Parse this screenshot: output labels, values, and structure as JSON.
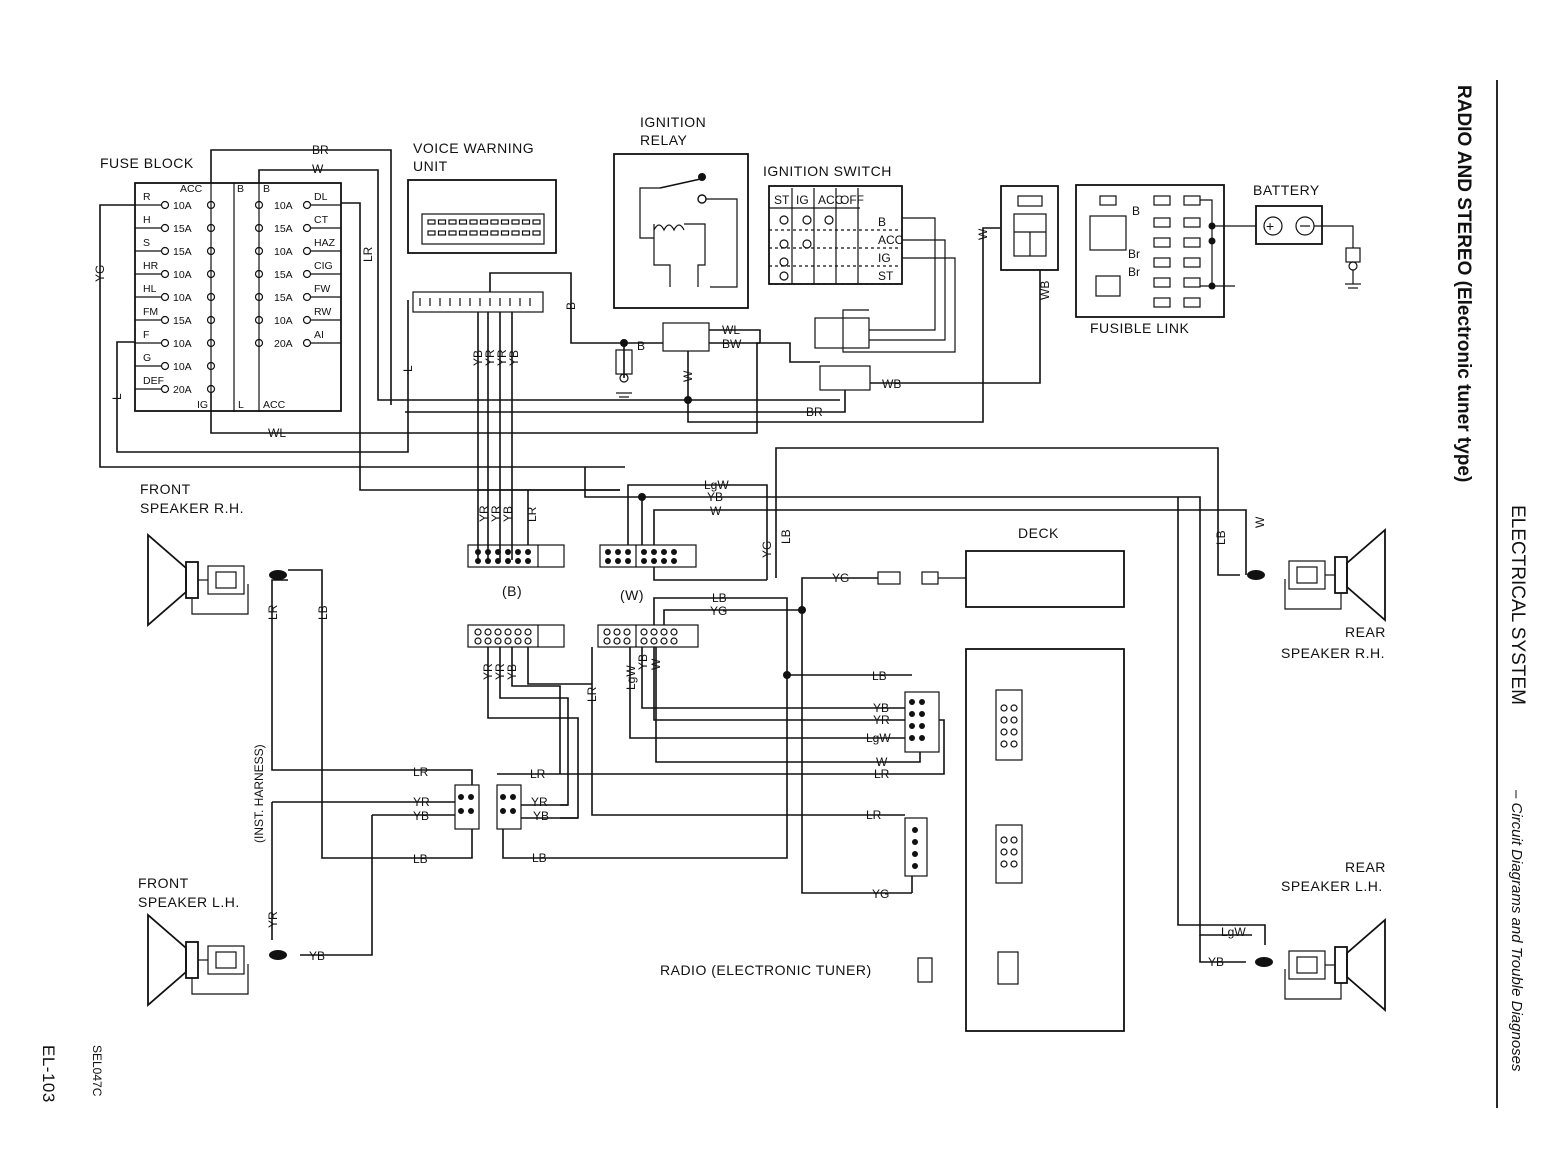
{
  "header": {
    "section": "ELECTRICAL SYSTEM",
    "subtitle": "– Circuit Diagrams and Trouble Diagnoses",
    "title": "RADIO AND STEREO (Electronic tuner type)"
  },
  "footer": {
    "page": "EL-103",
    "code": "SEL047C"
  },
  "components": {
    "fuse_block": "FUSE BLOCK",
    "voice_warning": "VOICE WARNING UNIT",
    "ignition_relay": "IGNITION RELAY",
    "ignition_switch": "IGNITION SWITCH",
    "battery": "BATTERY",
    "fusible_link": "FUSIBLE LINK",
    "deck": "DECK",
    "front_rh": "FRONT SPEAKER R.H.",
    "front_lh": "FRONT SPEAKER L.H.",
    "rear_rh": "REAR SPEAKER R.H.",
    "rear_lh": "REAR SPEAKER L.H.",
    "radio": "RADIO (ELECTRONIC TUNER)",
    "inst_harness": "(INST. HARNESS)",
    "conn_b": "(B)",
    "conn_w": "(W)"
  },
  "fuses_left": [
    {
      "code": "R",
      "rating": "10A"
    },
    {
      "code": "H",
      "rating": "15A"
    },
    {
      "code": "S",
      "rating": "15A"
    },
    {
      "code": "HR",
      "rating": "10A"
    },
    {
      "code": "HL",
      "rating": "10A"
    },
    {
      "code": "FM",
      "rating": "15A"
    },
    {
      "code": "F",
      "rating": "10A"
    },
    {
      "code": "G",
      "rating": "10A"
    },
    {
      "code": "DEF",
      "rating": "20A"
    }
  ],
  "fuses_right": [
    {
      "code": "DL",
      "rating": "10A"
    },
    {
      "code": "CT",
      "rating": "15A"
    },
    {
      "code": "HAZ",
      "rating": "10A"
    },
    {
      "code": "CIG",
      "rating": "15A"
    },
    {
      "code": "FW",
      "rating": "15A"
    },
    {
      "code": "RW",
      "rating": "10A"
    },
    {
      "code": "AI",
      "rating": "20A"
    }
  ],
  "fuse_block_labels": {
    "acc": "ACC",
    "b": "B",
    "ig": "IG",
    "l": "L",
    "acc2": "ACC"
  },
  "ign_switch_cols": [
    "ST",
    "IG",
    "ACC",
    "OFF"
  ],
  "ign_switch_terms": [
    "B",
    "ACC",
    "IG",
    "ST"
  ],
  "fusible_labels": [
    "B",
    "Br",
    "Br"
  ],
  "wires": {
    "BR": "BR",
    "W": "W",
    "YG": "YG",
    "LR": "LR",
    "L": "L",
    "WL": "WL",
    "B": "B",
    "BW": "BW",
    "WB": "WB",
    "YB": "YB",
    "YR": "YR",
    "LgW": "LgW",
    "LB": "LB"
  }
}
